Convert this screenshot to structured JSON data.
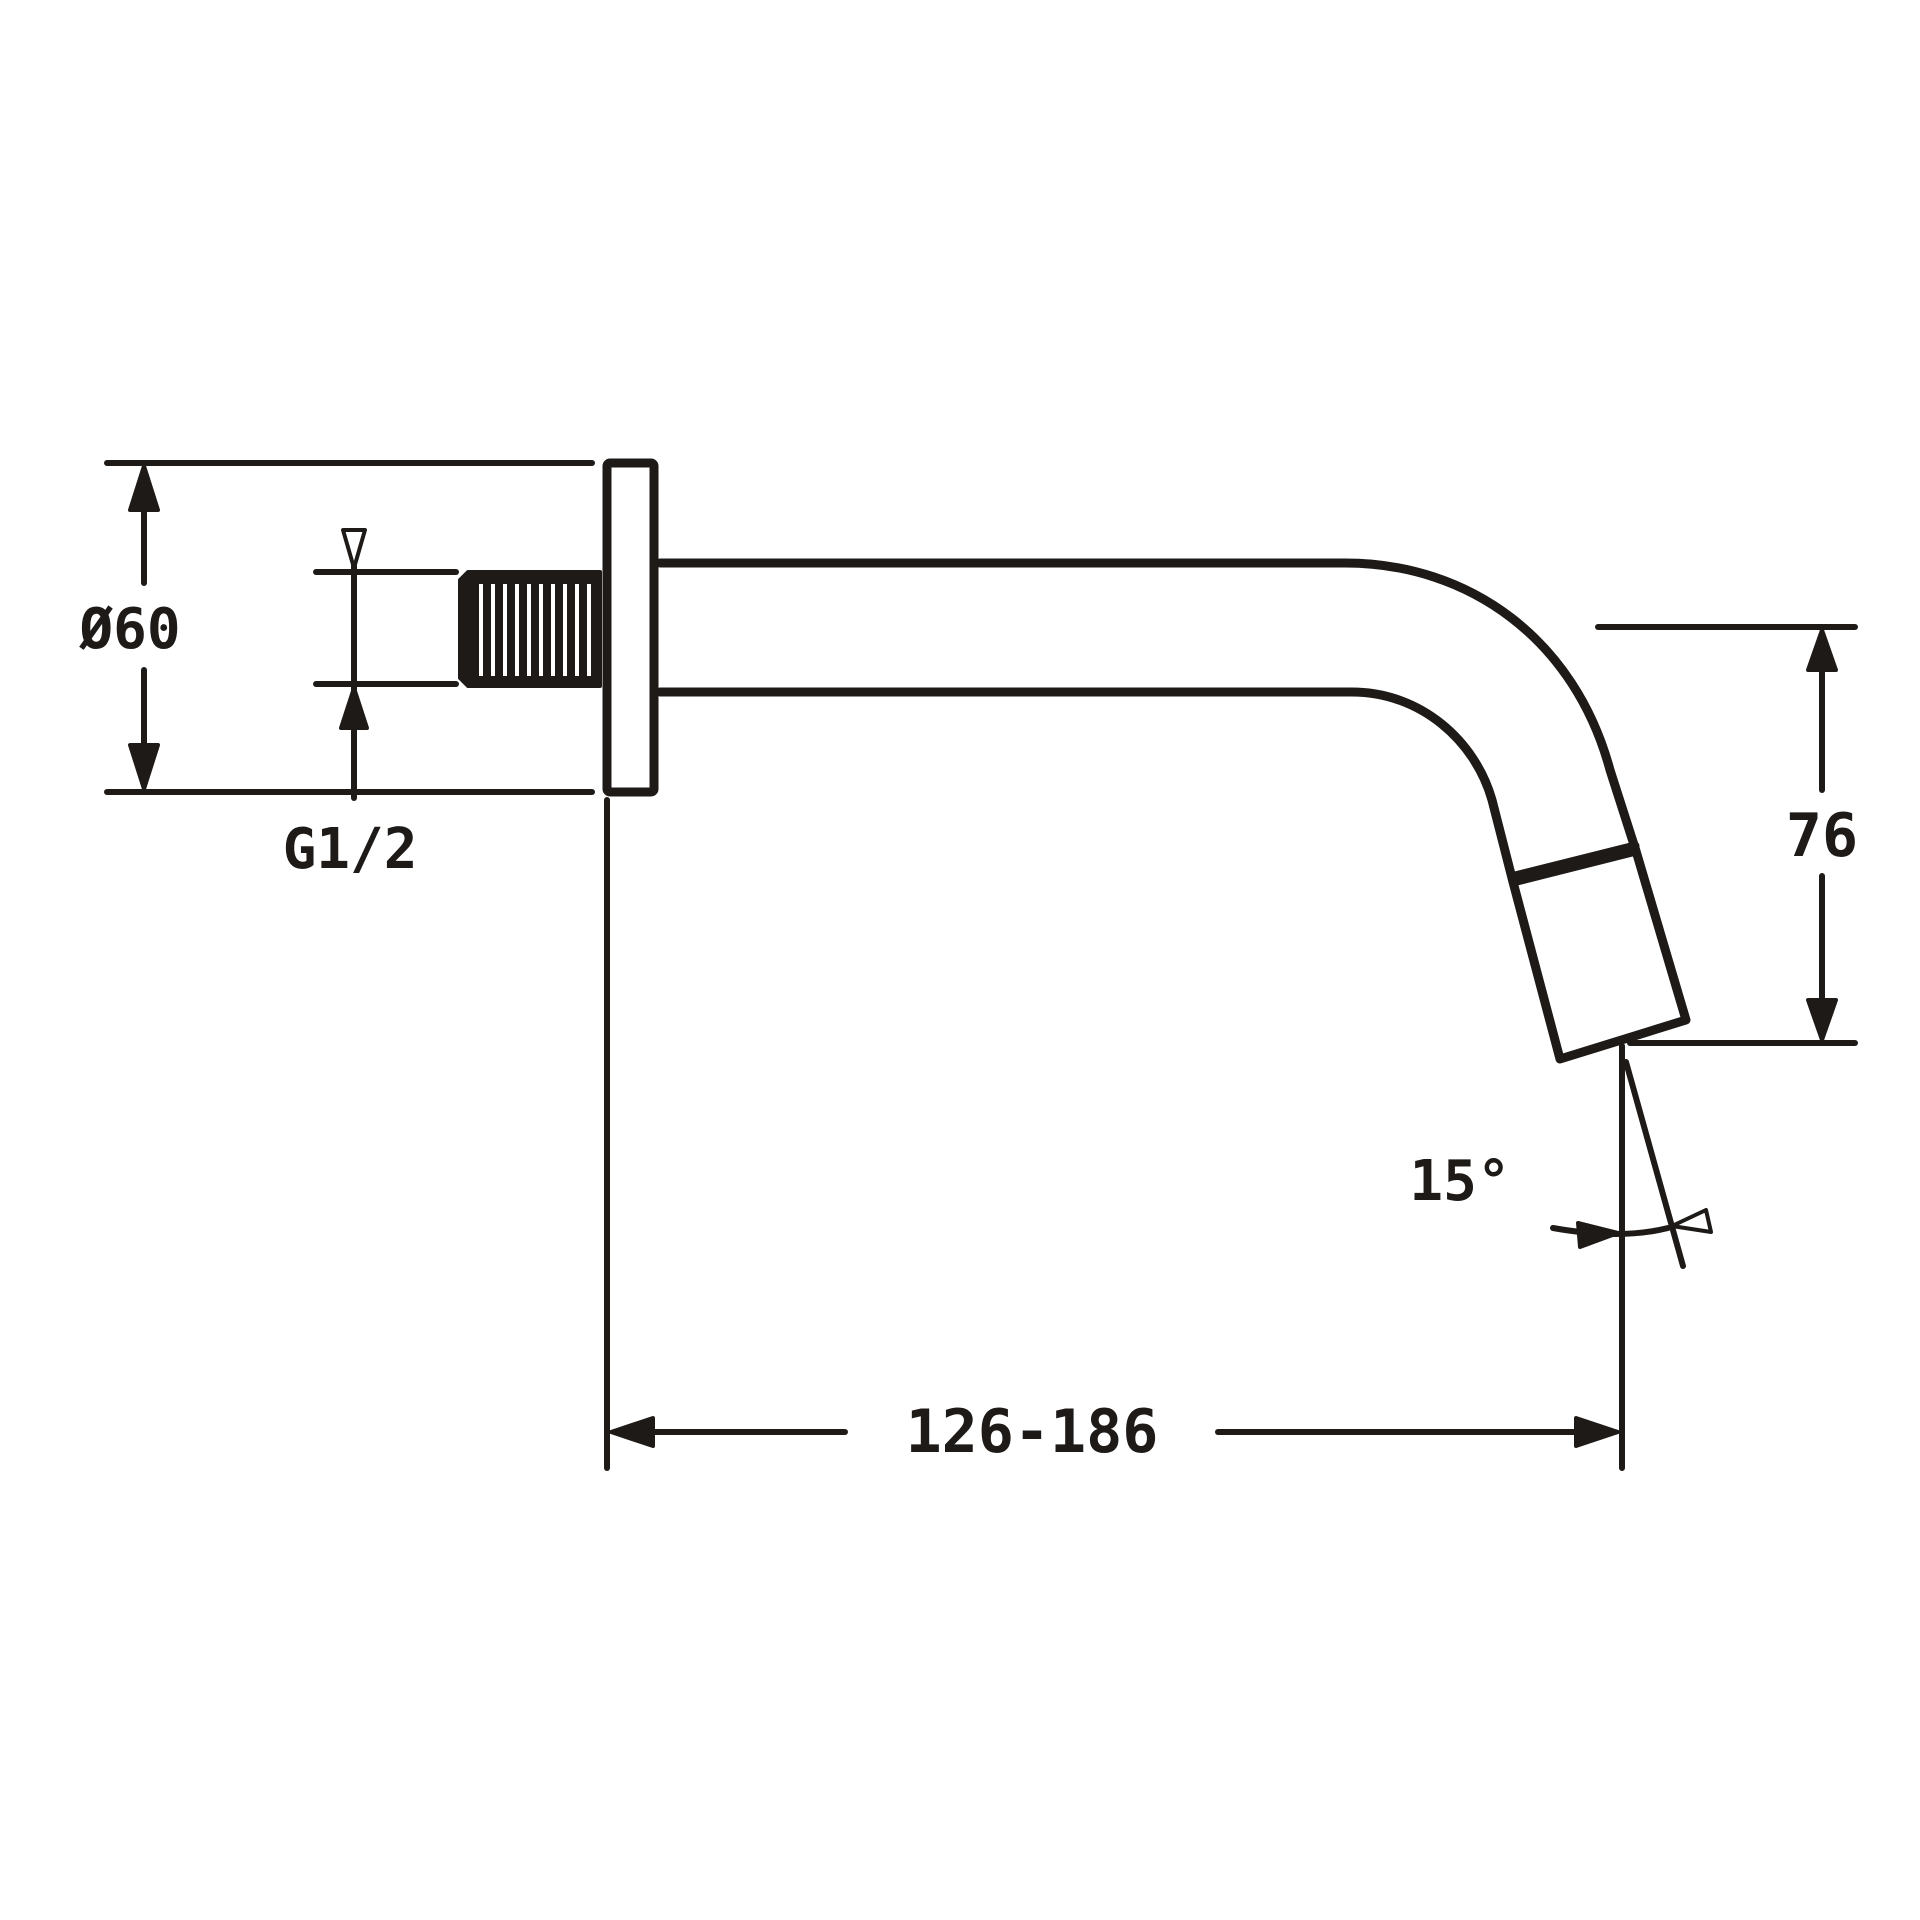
{
  "drawing": {
    "type": "technical dimension drawing",
    "subject": "wall-mounted spout",
    "line_color": "#1e1a18",
    "background": "#ffffff"
  },
  "dimensions": {
    "flange_diameter": {
      "label": "Ø60",
      "value": 60,
      "unit": "mm"
    },
    "thread": {
      "label": "G1/2"
    },
    "projection": {
      "label": "126-186",
      "min": 126,
      "max": 186,
      "unit": "mm"
    },
    "outlet_height": {
      "label": "76",
      "value": 76,
      "unit": "mm"
    },
    "outlet_angle": {
      "label": "15°",
      "value": 15,
      "unit": "deg"
    }
  }
}
